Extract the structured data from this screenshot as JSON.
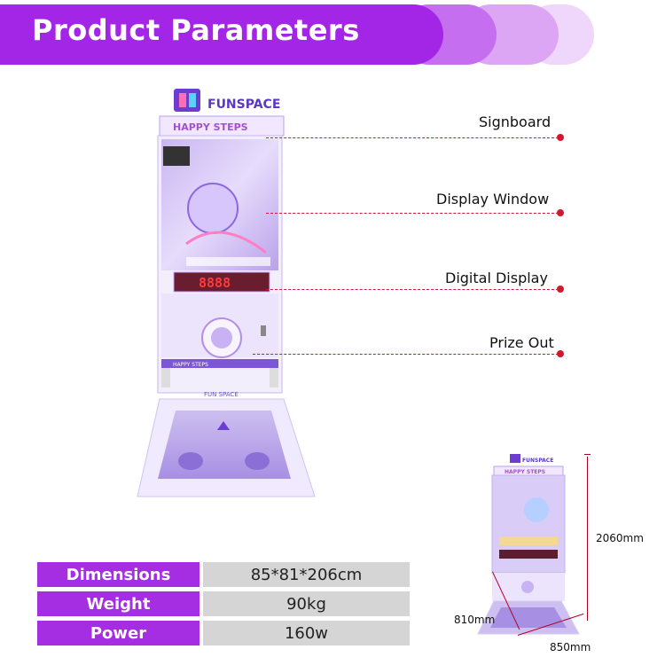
{
  "header": {
    "title": "Product Parameters"
  },
  "machine": {
    "brand": "FUNSPACE",
    "game_name": "HAPPY STEPS",
    "marquee_text": "HAPPY STEPS",
    "score_digits": "8888",
    "pad_text": "FUN SPACE"
  },
  "callouts": [
    {
      "label": "Signboard"
    },
    {
      "label": "Display Window"
    },
    {
      "label": "Digital Display"
    },
    {
      "label": "Prize Out"
    }
  ],
  "specs": [
    {
      "key": "Dimensions",
      "value": "85*81*206cm"
    },
    {
      "key": "Weight",
      "value": "90kg"
    },
    {
      "key": "Power",
      "value": "160w"
    }
  ],
  "dimensions": {
    "height": "2060mm",
    "depth": "810mm",
    "width": "850mm"
  },
  "colors": {
    "accent": "#a326e6",
    "callout_line": "#d0192f",
    "table_value_bg": "#d5d5d5"
  }
}
